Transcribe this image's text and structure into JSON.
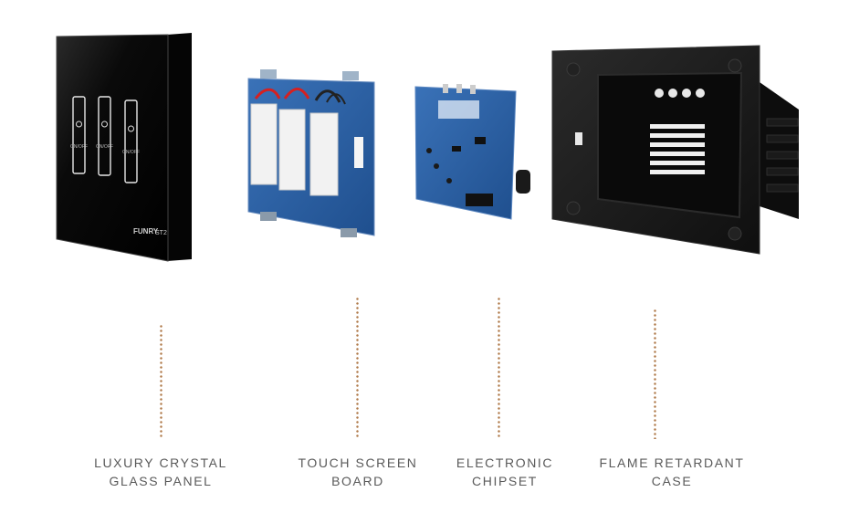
{
  "panel": {
    "brand": "FUNRY",
    "model": "ST2",
    "button_text": "ON/OFF"
  },
  "components": [
    {
      "id": "glass-panel",
      "line1": "LUXURY CRYSTAL",
      "line2": "GLASS PANEL"
    },
    {
      "id": "touch-board",
      "line1": "TOUCH SCREEN",
      "line2": "BOARD"
    },
    {
      "id": "chipset",
      "line1": "ELECTRONIC",
      "line2": "CHIPSET"
    },
    {
      "id": "case",
      "line1": "FLAME RETARDANT",
      "line2": "CASE"
    }
  ],
  "colors": {
    "leader_line": "#b07a4a",
    "label_text": "#5a5a5a",
    "panel_black": "#0b0b0b",
    "pcb_blue": "#2a5fa3",
    "case_black": "#1a1a1a"
  }
}
